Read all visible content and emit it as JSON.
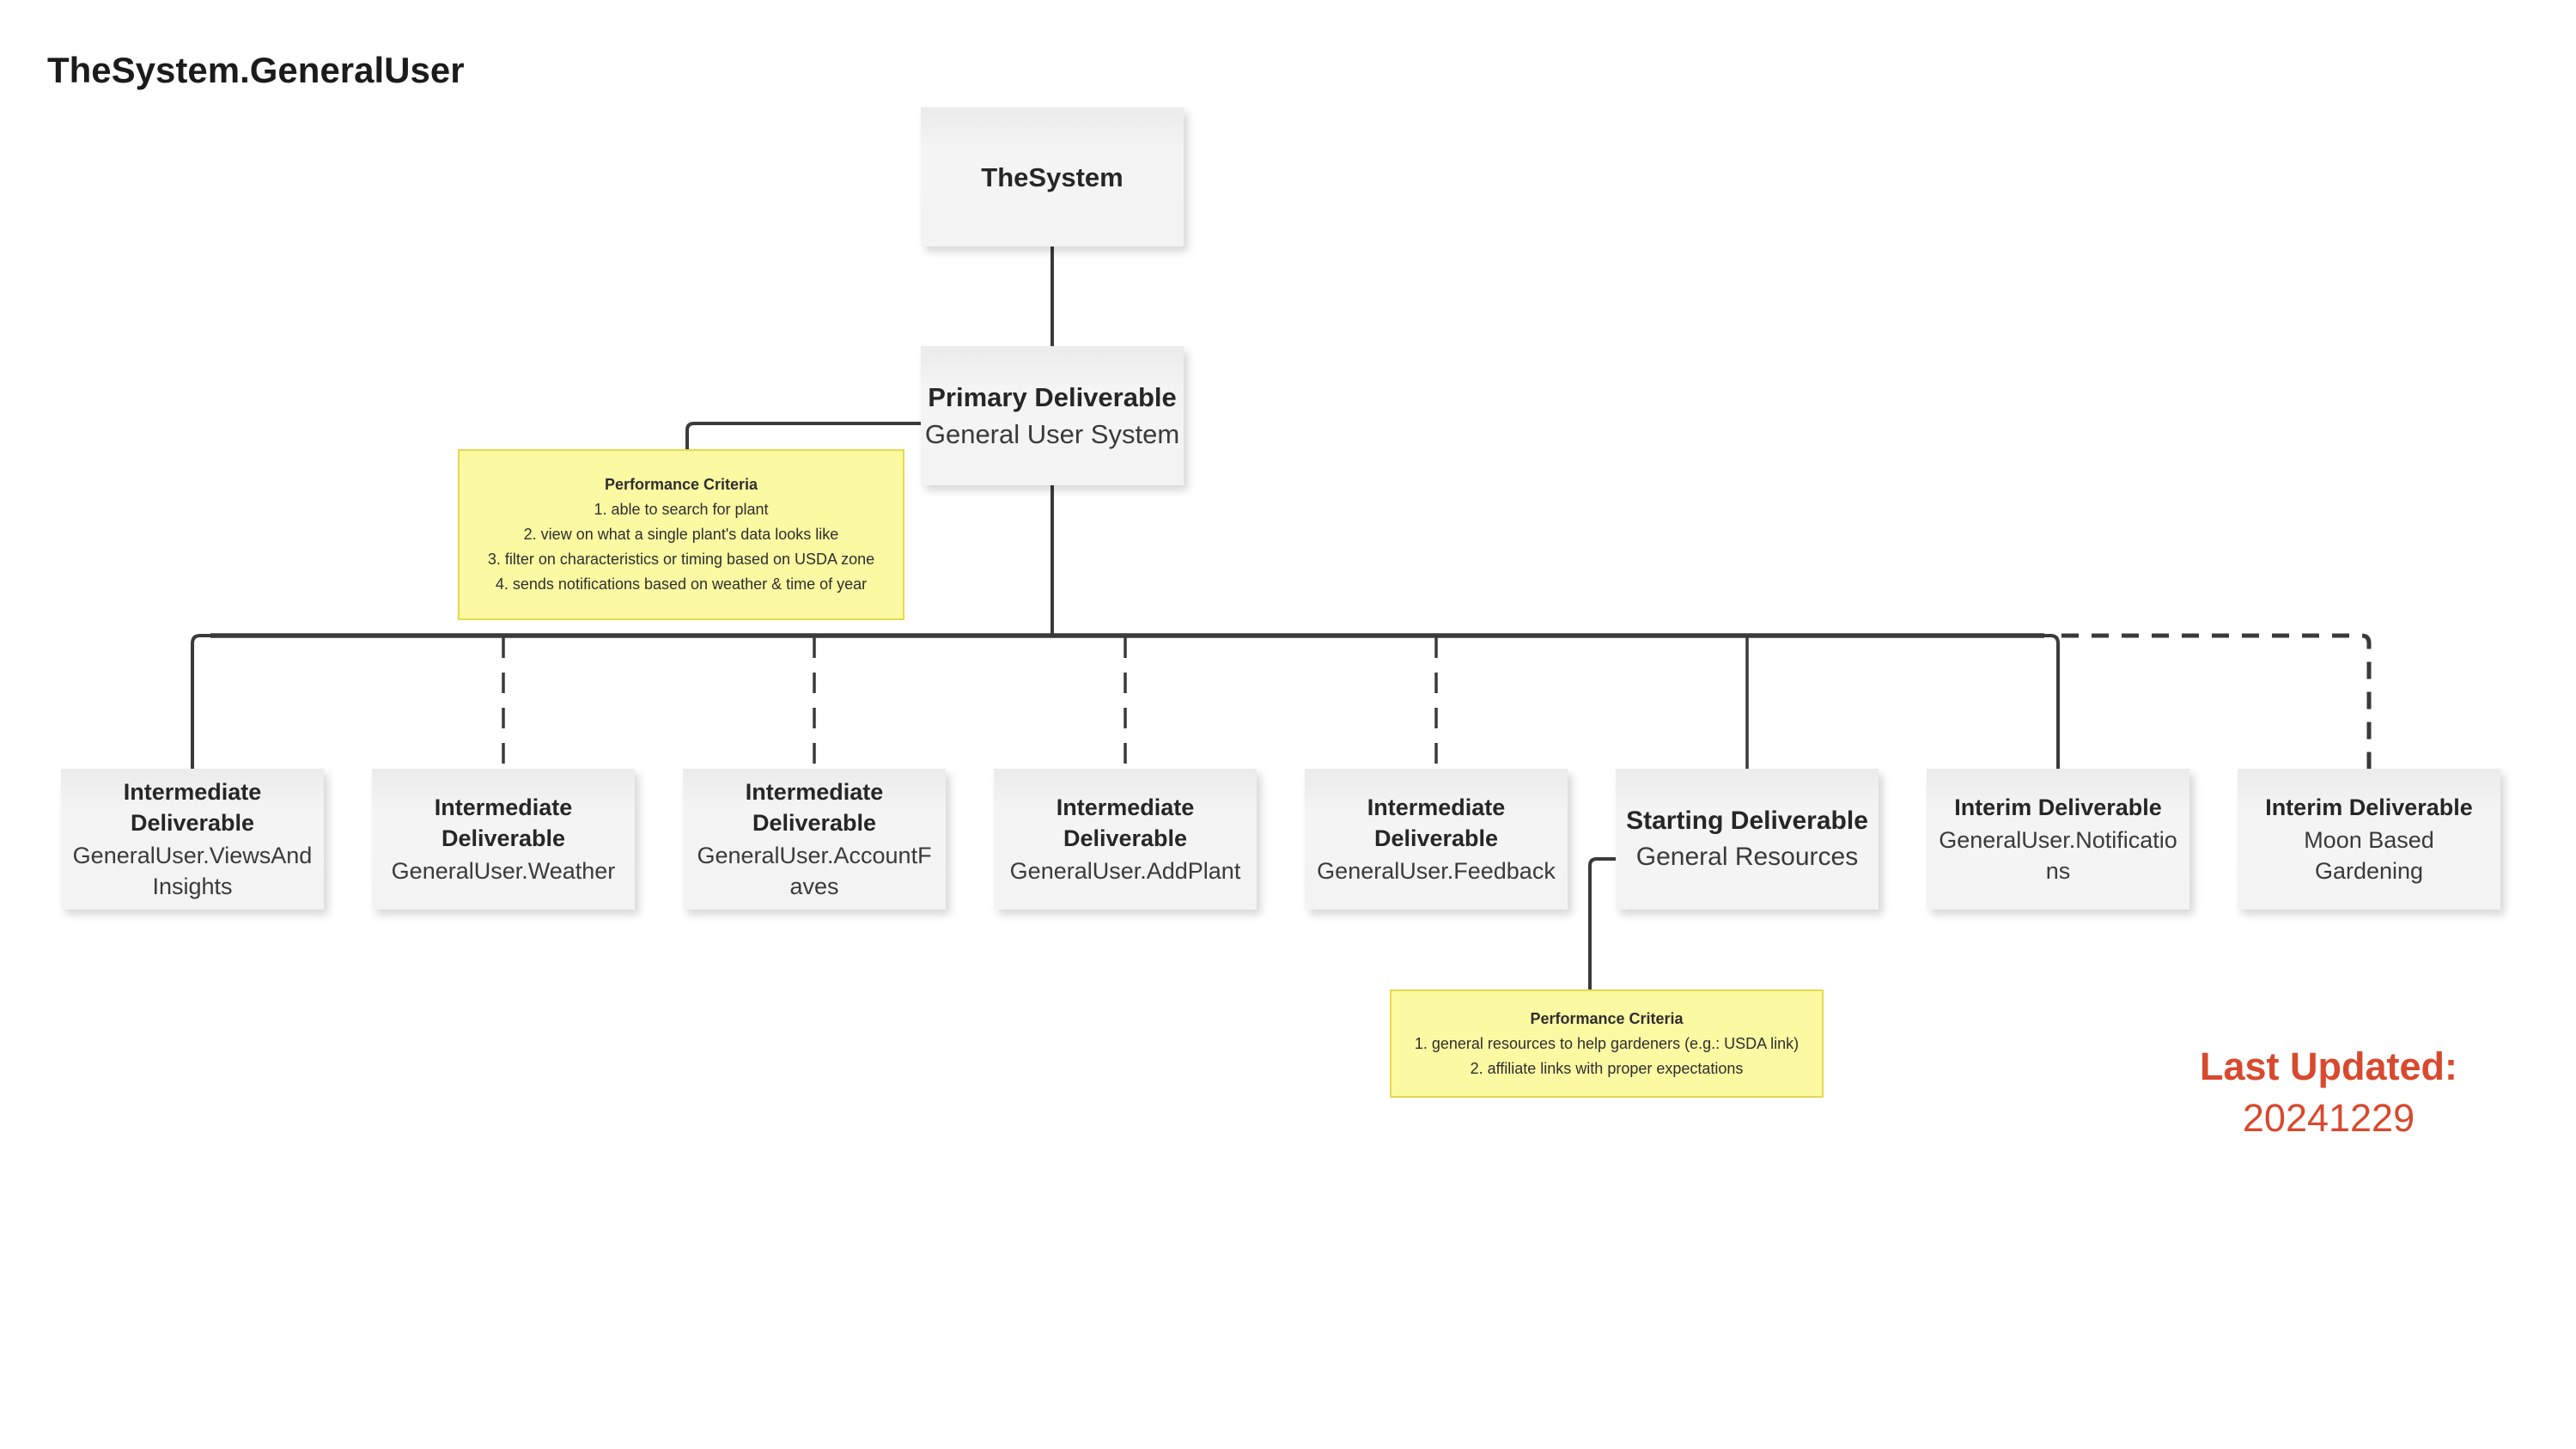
{
  "header": {
    "title": "TheSystem.GeneralUser"
  },
  "root": {
    "title": "TheSystem"
  },
  "primary": {
    "title": "Primary Deliverable",
    "subtitle": "General User System"
  },
  "columns": [
    {
      "title": "Intermediate Deliverable",
      "subtitle": "GeneralUser.ViewsAndInsights"
    },
    {
      "title": "Intermediate Deliverable",
      "subtitle": "GeneralUser.Weather"
    },
    {
      "title": "Intermediate Deliverable",
      "subtitle": "GeneralUser.AccountFaves"
    },
    {
      "title": "Intermediate Deliverable",
      "subtitle": "GeneralUser.AddPlant"
    },
    {
      "title": "Intermediate Deliverable",
      "subtitle": "GeneralUser.Feedback"
    },
    {
      "title": "Starting Deliverable",
      "subtitle": "General Resources"
    },
    {
      "title": "Interim Deliverable",
      "subtitle": "GeneralUser.Notifications"
    },
    {
      "title": "Interim Deliverable",
      "subtitle": "Moon Based Gardening"
    }
  ],
  "notes": {
    "primary": {
      "heading": "Performance Criteria",
      "items": [
        "1. able to search for plant",
        "2. view on what a single plant's data looks like",
        "3. filter on characteristics or timing based on USDA zone",
        "4. sends notifications based on weather & time of year"
      ]
    },
    "starting": {
      "heading": "Performance Criteria",
      "items": [
        "1. general resources to help gardeners (e.g.: USDA link)",
        "2. affiliate links with proper expectations"
      ]
    }
  },
  "last_updated": {
    "label": "Last Updated:",
    "value": "20241229"
  },
  "colors": {
    "note_fill": "#fcf9a3",
    "note_border": "#e4d94f",
    "node_fill": "#f3f3f4",
    "connector": "#3a3a3a",
    "accent_red": "#d8492e"
  }
}
